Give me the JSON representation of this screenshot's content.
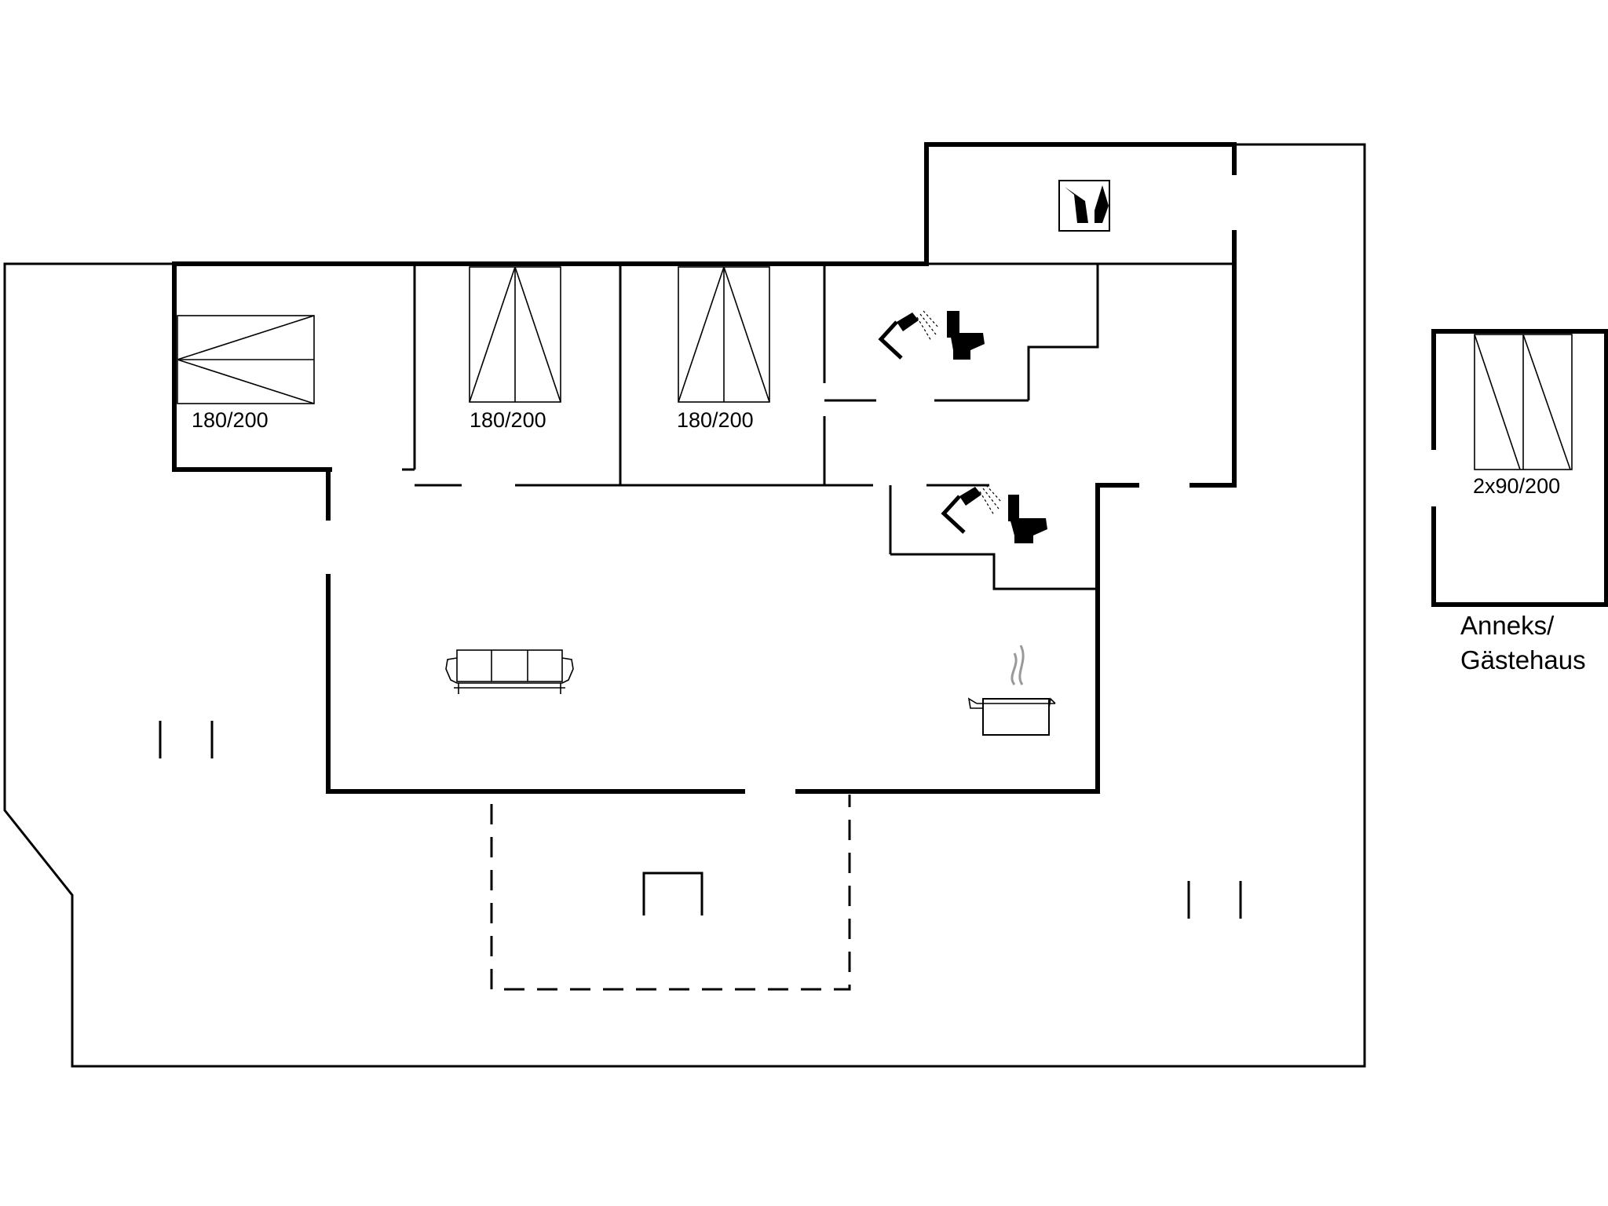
{
  "rooms": {
    "bedroom_1": {
      "bed": "180/200"
    },
    "bedroom_2": {
      "bed": "180/200"
    },
    "bedroom_3": {
      "bed": "180/200"
    },
    "annex": {
      "bed": "2x90/200",
      "label_line1": "Anneks/",
      "label_line2": "Gästehaus"
    }
  },
  "icons": [
    "washing-machine-icon",
    "shower-icon",
    "toilet-icon",
    "sofa-icon",
    "cooking-pot-icon",
    "fireplace-icon",
    "bed-icon"
  ]
}
